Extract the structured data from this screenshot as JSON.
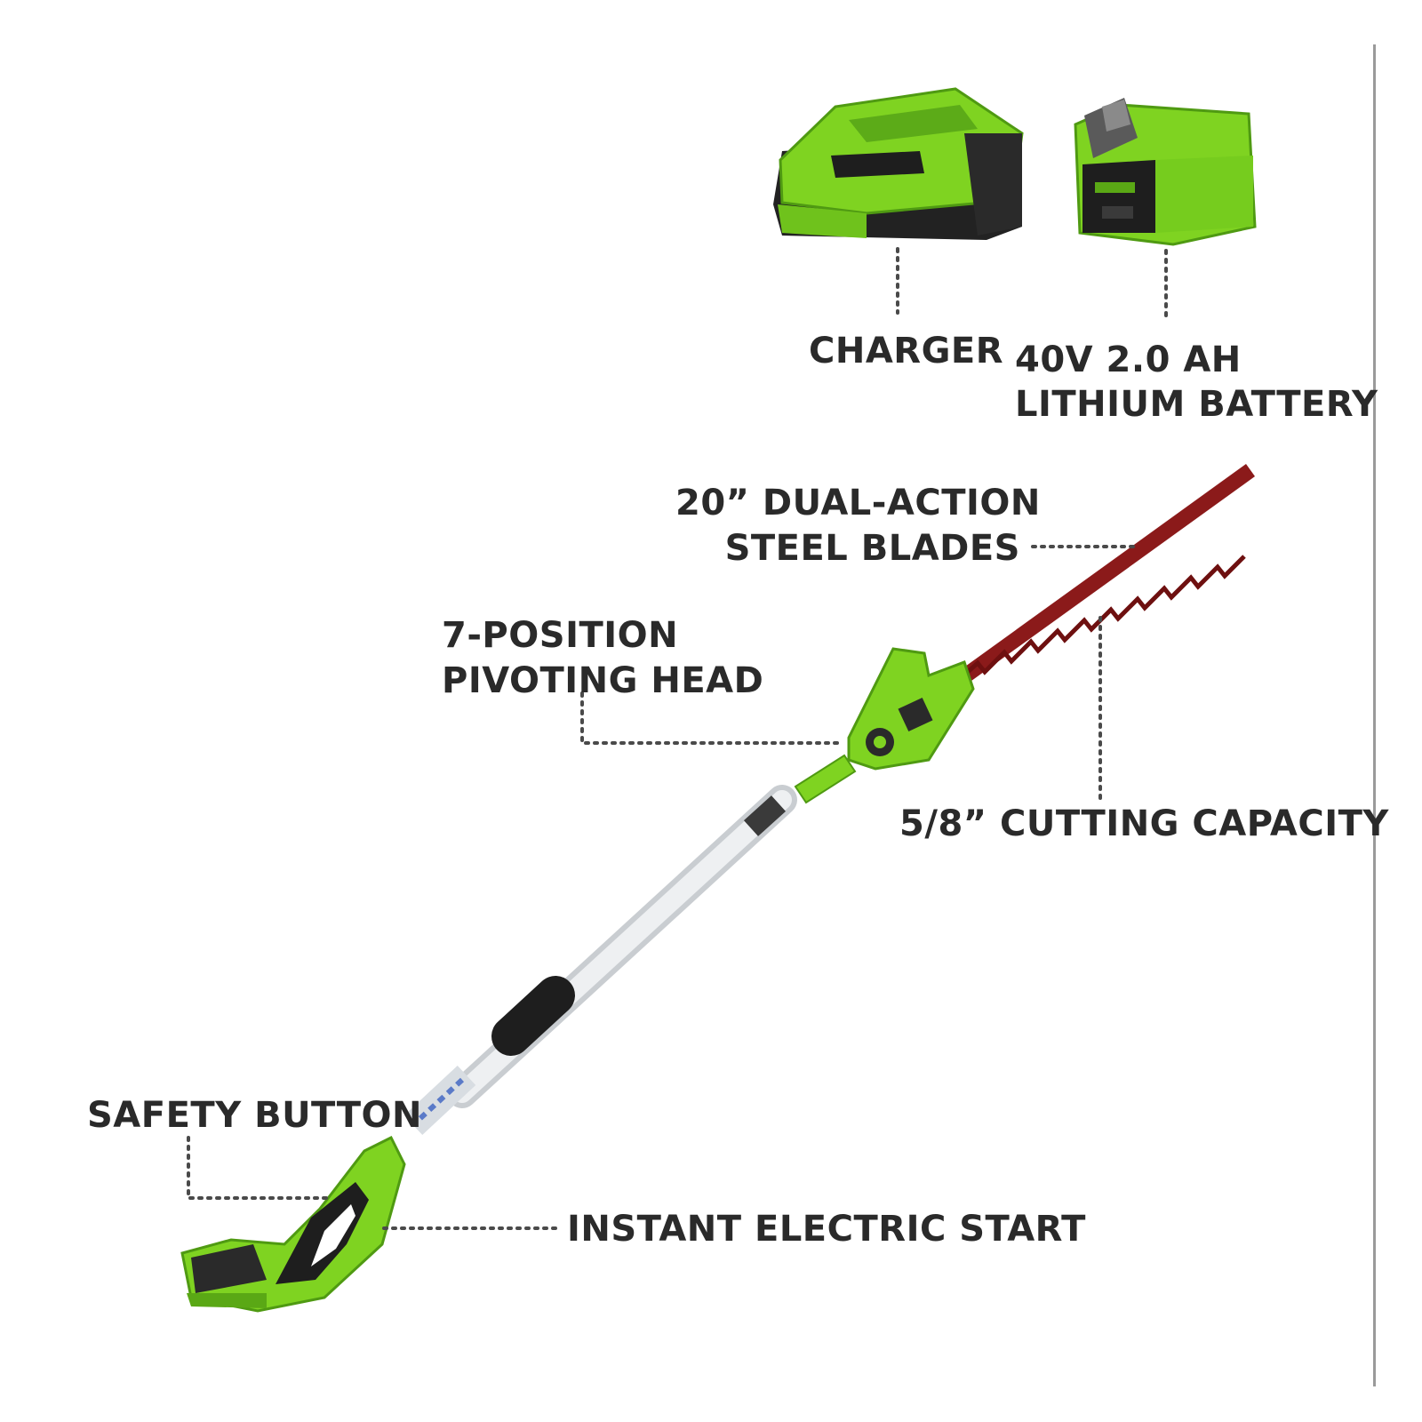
{
  "colors": {
    "accent_green": "#7fd321",
    "dark_green": "#4f9a12",
    "housing_black": "#1e1e1e",
    "blade_red": "#8b1a1a",
    "pole_silver": "#e4e6e8",
    "label_text": "#2a2a2a",
    "leader_line": "#4a4a4a"
  },
  "labels": {
    "charger": "CHARGER",
    "battery_line1": "40V 2.0 AH",
    "battery_line2": "LITHIUM BATTERY",
    "blades_line1": "20” DUAL-ACTION",
    "blades_line2": "STEEL BLADES",
    "head_line1": "7-POSITION",
    "head_line2": "PIVOTING HEAD",
    "capacity": "5/8” CUTTING CAPACITY",
    "safety": "SAFETY BUTTON",
    "start": "INSTANT ELECTRIC START"
  },
  "product_images": [
    {
      "name": "charger",
      "icon": "charger-icon"
    },
    {
      "name": "battery",
      "icon": "battery-icon"
    },
    {
      "name": "pole-hedge-trimmer",
      "icon": "hedge-trimmer-icon"
    }
  ]
}
